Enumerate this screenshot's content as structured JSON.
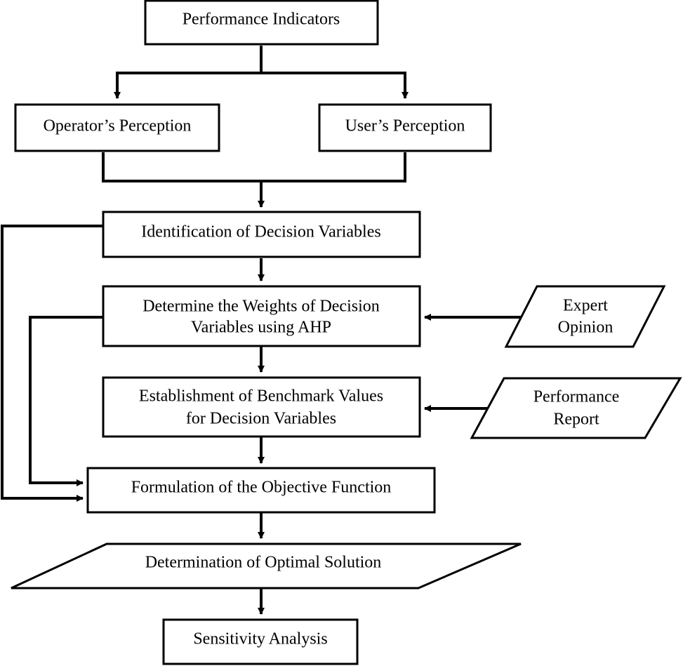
{
  "nodes": {
    "performance_indicators": "Performance Indicators",
    "operators_perception": "Operator’s Perception",
    "users_perception": "User’s Perception",
    "identification": "Identification of Decision Variables",
    "weights_line1": "Determine the Weights of Decision",
    "weights_line2": "Variables using AHP",
    "expert_line1": "Expert",
    "expert_line2": "Opinion",
    "benchmark_line1": "Establishment of Benchmark Values",
    "benchmark_line2": "for Decision Variables",
    "report_line1": "Performance",
    "report_line2": "Report",
    "objective": "Formulation of the Objective Function",
    "optimal": "Determination of Optimal Solution",
    "sensitivity": "Sensitivity Analysis"
  }
}
